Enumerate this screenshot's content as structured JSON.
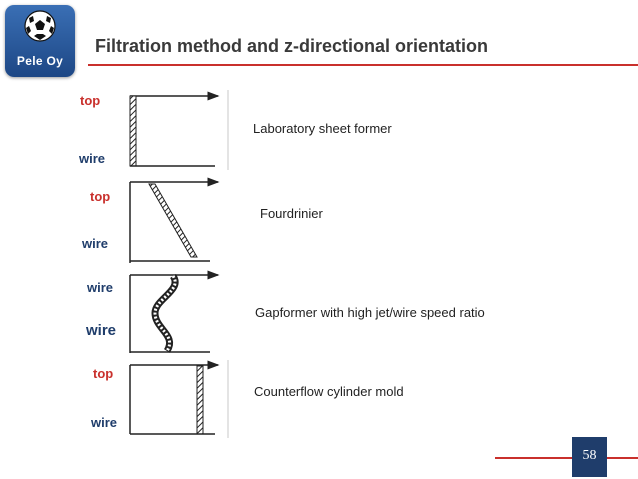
{
  "logo": {
    "text": "Pele Oy",
    "icon": "soccer-ball-icon"
  },
  "title": "Filtration method and z-directional orientation",
  "labels": {
    "r1_top": "top",
    "r1_wire": "wire",
    "r2_top": "top",
    "r2_wire": "wire",
    "r3_wire_a": "wire",
    "r3_wire_b": "wire",
    "r4_top": "top",
    "r4_wire": "wire"
  },
  "methods": [
    "Laboratory sheet former",
    "Fourdrinier",
    "Gapformer with high jet/wire speed ratio",
    "Counterflow cylinder mold"
  ],
  "page_number": "58",
  "colors": {
    "accent_red": "#c9302c",
    "navy": "#1f3d6b",
    "logo_blue": "#2b5a9c"
  }
}
